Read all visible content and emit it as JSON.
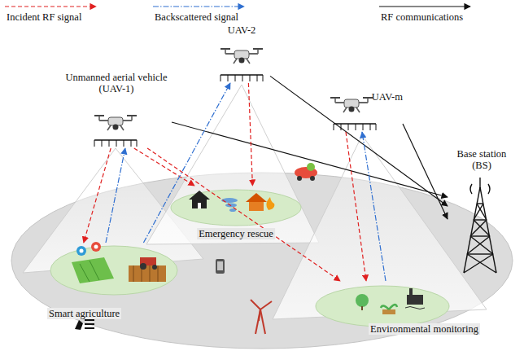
{
  "diagram": {
    "nodes": [
      {
        "text": [
          "Unmanned aerial vehicle (UAV-1)"
        ]
      },
      {
        "text": [
          "UAV-2"
        ]
      },
      {
        "text": [
          "UAV-m"
        ]
      },
      {
        "text": [
          "Base station (BS)"
        ]
      },
      {
        "text": [
          "Emergency rescue"
        ]
      },
      {
        "text": [
          "Smart agriculture"
        ]
      },
      {
        "text": [
          "Environmental monitoring"
        ]
      }
    ],
    "edges": [
      {
        "from": 0,
        "to": 3,
        "arrow": "to"
      },
      {
        "from": 1,
        "to": 3,
        "arrow": "to"
      },
      {
        "from": 2,
        "to": 3,
        "arrow": "to"
      },
      {
        "from": 0,
        "to": 5,
        "arrow": "to"
      },
      {
        "from": 5,
        "to": 0,
        "arrow": "to"
      },
      {
        "from": 0,
        "to": 4,
        "arrow": "to"
      },
      {
        "from": 0,
        "to": 6,
        "arrow": "to"
      },
      {
        "from": 1,
        "to": 4,
        "arrow": "to"
      },
      {
        "from": 5,
        "to": 1,
        "arrow": "to"
      },
      {
        "from": 2,
        "to": 6,
        "arrow": "to"
      },
      {
        "from": 6,
        "to": 2,
        "arrow": "to"
      }
    ],
    "legend": [
      {
        "text": "Incident RF signal"
      },
      {
        "text": "Backscattered signal"
      },
      {
        "text": "RF communications"
      }
    ]
  }
}
